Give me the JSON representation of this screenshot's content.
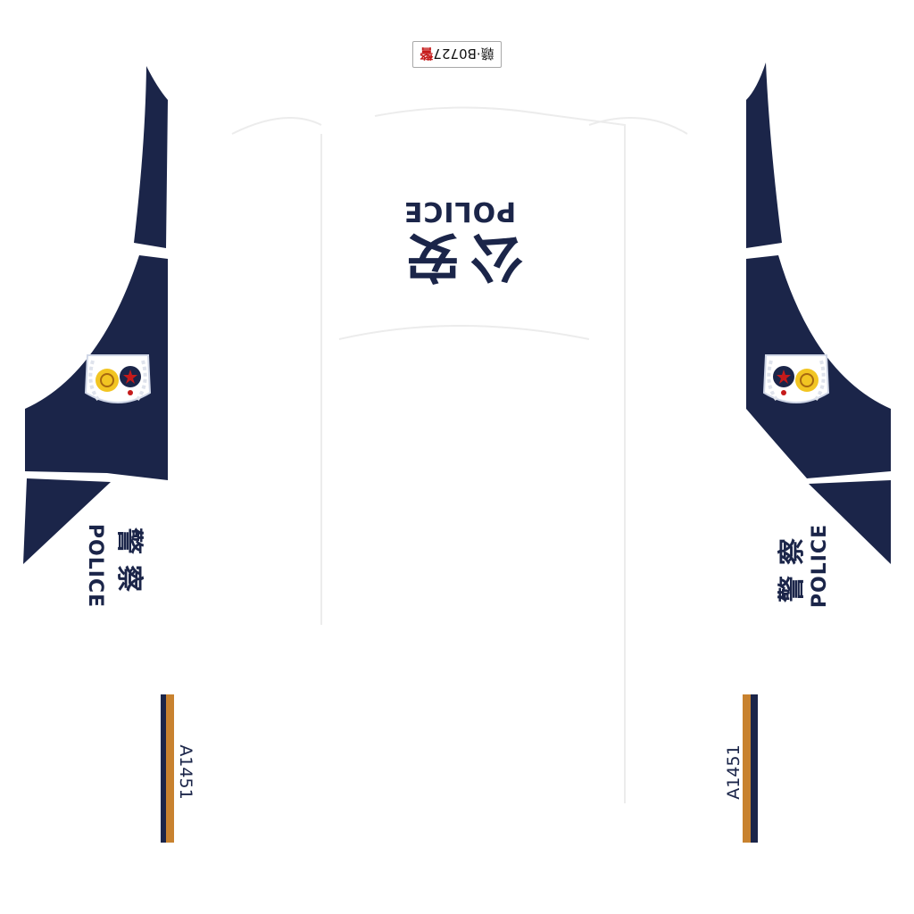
{
  "colors": {
    "navy": "#1b2549",
    "orange": "#c8822f",
    "badge_gold": "#f2c522",
    "badge_red": "#c51a1a",
    "plate_red": "#c51a1a"
  },
  "plate": {
    "text": "赣·B0727",
    "suffix": "警"
  },
  "roof": {
    "cn": "公安",
    "en": "POLICE"
  },
  "left_side": {
    "cn": "警察",
    "en": "POLICE",
    "number": "A1451"
  },
  "right_side": {
    "cn": "警察",
    "en": "POLICE",
    "number": "A1451"
  },
  "icons": {
    "left_badge": "police-emblem-icon",
    "right_badge": "police-emblem-icon"
  }
}
